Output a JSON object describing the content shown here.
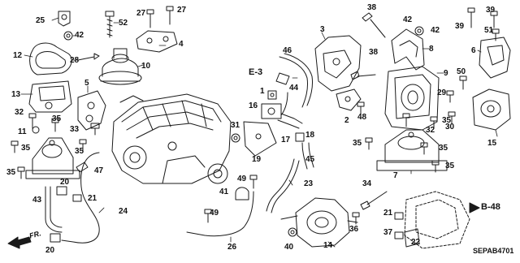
{
  "diagram": {
    "code": "SEPAB4701",
    "front_label": "FR.",
    "references": {
      "e3": "E-3",
      "b48": "B-48"
    },
    "callouts": {
      "n1": "1",
      "n2": "2",
      "n3": "3",
      "n4": "4",
      "n5": "5",
      "n6": "6",
      "n7": "7",
      "n8": "8",
      "n9": "9",
      "n10": "10",
      "n11": "11",
      "n12": "12",
      "n13": "13",
      "n14": "14",
      "n15": "15",
      "n16": "16",
      "n17": "17",
      "n18": "18",
      "n19": "19",
      "n20": "20",
      "n21": "21",
      "n22": "22",
      "n23": "23",
      "n24": "24",
      "n25": "25",
      "n26": "26",
      "n27": "27",
      "n28": "28",
      "n29": "29",
      "n30": "30",
      "n31": "31",
      "n32": "32",
      "n33": "33",
      "n34": "34",
      "n35": "35",
      "n36": "36",
      "n37": "37",
      "n38": "38",
      "n39": "39",
      "n40": "40",
      "n41": "41",
      "n42": "42",
      "n43": "43",
      "n44": "44",
      "n45": "45",
      "n46": "46",
      "n47": "47",
      "n48": "48",
      "n49": "49",
      "n50": "50",
      "n51": "51",
      "n52": "52"
    }
  }
}
